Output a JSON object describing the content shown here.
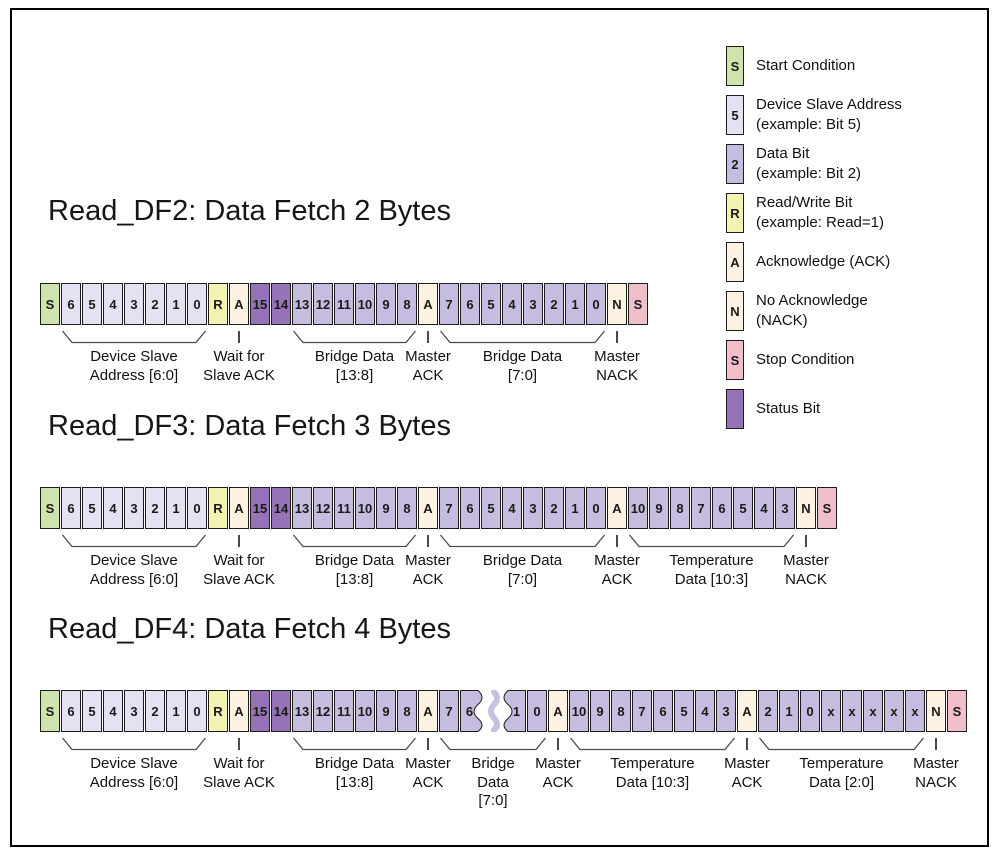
{
  "colors": {
    "start": "#cfe3ae",
    "addr": "#e5e1f2",
    "data": "#c5bcdf",
    "rw": "#f4f3b3",
    "ack": "#fdf2e2",
    "stop": "#f1bfca",
    "status": "#9672b6",
    "border": "#1c1c1c"
  },
  "legend": {
    "items": [
      {
        "glyph": "S",
        "type": "start",
        "lines": [
          "Start Condition"
        ]
      },
      {
        "glyph": "5",
        "type": "addr",
        "lines": [
          "Device Slave Address",
          "(example: Bit 5)"
        ]
      },
      {
        "glyph": "2",
        "type": "data",
        "lines": [
          "Data Bit",
          "(example: Bit 2)"
        ]
      },
      {
        "glyph": "R",
        "type": "rw",
        "lines": [
          "Read/Write Bit",
          "(example: Read=1)"
        ]
      },
      {
        "glyph": "A",
        "type": "ack",
        "lines": [
          "Acknowledge (ACK)"
        ]
      },
      {
        "glyph": "N",
        "type": "ack",
        "lines": [
          "No Acknowledge",
          "(NACK)"
        ]
      },
      {
        "glyph": "S",
        "type": "stop",
        "lines": [
          "Stop Condition"
        ]
      },
      {
        "glyph": "",
        "type": "status",
        "lines": [
          "Status Bit"
        ]
      }
    ]
  },
  "sections": [
    {
      "title": "Read_DF2: Data Fetch 2 Bytes",
      "cells": [
        [
          "S",
          "start"
        ],
        [
          "6",
          "addr"
        ],
        [
          "5",
          "addr"
        ],
        [
          "4",
          "addr"
        ],
        [
          "3",
          "addr"
        ],
        [
          "2",
          "addr"
        ],
        [
          "1",
          "addr"
        ],
        [
          "0",
          "addr"
        ],
        [
          "R",
          "rw"
        ],
        [
          "A",
          "ack"
        ],
        [
          "15",
          "status"
        ],
        [
          "14",
          "status"
        ],
        [
          "13",
          "data"
        ],
        [
          "12",
          "data"
        ],
        [
          "11",
          "data"
        ],
        [
          "10",
          "data"
        ],
        [
          "9",
          "data"
        ],
        [
          "8",
          "data"
        ],
        [
          "A",
          "ack"
        ],
        [
          "7",
          "data"
        ],
        [
          "6",
          "data"
        ],
        [
          "5",
          "data"
        ],
        [
          "4",
          "data"
        ],
        [
          "3",
          "data"
        ],
        [
          "2",
          "data"
        ],
        [
          "1",
          "data"
        ],
        [
          "0",
          "data"
        ],
        [
          "N",
          "ack"
        ],
        [
          "S",
          "stop"
        ]
      ],
      "labels": [
        {
          "kind": "brace",
          "from": 1,
          "to": 7,
          "lines": [
            "Device Slave",
            "Address [6:0]"
          ]
        },
        {
          "kind": "tick",
          "at": 9,
          "lines": [
            "Wait for",
            "Slave ACK"
          ]
        },
        {
          "kind": "brace",
          "from": 12,
          "to": 17,
          "lines": [
            "Bridge Data",
            "[13:8]"
          ]
        },
        {
          "kind": "tick",
          "at": 18,
          "lines": [
            "Master",
            "ACK"
          ]
        },
        {
          "kind": "brace",
          "from": 19,
          "to": 26,
          "lines": [
            "Bridge Data",
            "[7:0]"
          ]
        },
        {
          "kind": "tick",
          "at": 27,
          "lines": [
            "Master",
            "NACK"
          ]
        }
      ]
    },
    {
      "title": "Read_DF3: Data Fetch 3 Bytes",
      "cells": [
        [
          "S",
          "start"
        ],
        [
          "6",
          "addr"
        ],
        [
          "5",
          "addr"
        ],
        [
          "4",
          "addr"
        ],
        [
          "3",
          "addr"
        ],
        [
          "2",
          "addr"
        ],
        [
          "1",
          "addr"
        ],
        [
          "0",
          "addr"
        ],
        [
          "R",
          "rw"
        ],
        [
          "A",
          "ack"
        ],
        [
          "15",
          "status"
        ],
        [
          "14",
          "status"
        ],
        [
          "13",
          "data"
        ],
        [
          "12",
          "data"
        ],
        [
          "11",
          "data"
        ],
        [
          "10",
          "data"
        ],
        [
          "9",
          "data"
        ],
        [
          "8",
          "data"
        ],
        [
          "A",
          "ack"
        ],
        [
          "7",
          "data"
        ],
        [
          "6",
          "data"
        ],
        [
          "5",
          "data"
        ],
        [
          "4",
          "data"
        ],
        [
          "3",
          "data"
        ],
        [
          "2",
          "data"
        ],
        [
          "1",
          "data"
        ],
        [
          "0",
          "data"
        ],
        [
          "A",
          "ack"
        ],
        [
          "10",
          "data"
        ],
        [
          "9",
          "data"
        ],
        [
          "8",
          "data"
        ],
        [
          "7",
          "data"
        ],
        [
          "6",
          "data"
        ],
        [
          "5",
          "data"
        ],
        [
          "4",
          "data"
        ],
        [
          "3",
          "data"
        ],
        [
          "N",
          "ack"
        ],
        [
          "S",
          "stop"
        ]
      ],
      "labels": [
        {
          "kind": "brace",
          "from": 1,
          "to": 7,
          "lines": [
            "Device Slave",
            "Address [6:0]"
          ]
        },
        {
          "kind": "tick",
          "at": 9,
          "lines": [
            "Wait for",
            "Slave ACK"
          ]
        },
        {
          "kind": "brace",
          "from": 12,
          "to": 17,
          "lines": [
            "Bridge Data",
            "[13:8]"
          ]
        },
        {
          "kind": "tick",
          "at": 18,
          "lines": [
            "Master",
            "ACK"
          ]
        },
        {
          "kind": "brace",
          "from": 19,
          "to": 26,
          "lines": [
            "Bridge Data",
            "[7:0]"
          ]
        },
        {
          "kind": "tick",
          "at": 27,
          "lines": [
            "Master",
            "ACK"
          ]
        },
        {
          "kind": "brace",
          "from": 28,
          "to": 35,
          "lines": [
            "Temperature",
            "Data [10:3]"
          ]
        },
        {
          "kind": "tick",
          "at": 36,
          "lines": [
            "Master",
            "NACK"
          ]
        }
      ]
    },
    {
      "title": "Read_DF4: Data Fetch 4 Bytes",
      "cells": [
        [
          "S",
          "start"
        ],
        [
          "6",
          "addr"
        ],
        [
          "5",
          "addr"
        ],
        [
          "4",
          "addr"
        ],
        [
          "3",
          "addr"
        ],
        [
          "2",
          "addr"
        ],
        [
          "1",
          "addr"
        ],
        [
          "0",
          "addr"
        ],
        [
          "R",
          "rw"
        ],
        [
          "A",
          "ack"
        ],
        [
          "15",
          "status"
        ],
        [
          "14",
          "status"
        ],
        [
          "13",
          "data"
        ],
        [
          "12",
          "data"
        ],
        [
          "11",
          "data"
        ],
        [
          "10",
          "data"
        ],
        [
          "9",
          "data"
        ],
        [
          "8",
          "data"
        ],
        [
          "A",
          "ack"
        ],
        [
          "7",
          "data"
        ],
        [
          "6",
          "data",
          "torn-right"
        ],
        [
          "1",
          "data",
          "torn-left"
        ],
        [
          "0",
          "data"
        ],
        [
          "A",
          "ack"
        ],
        [
          "10",
          "data"
        ],
        [
          "9",
          "data"
        ],
        [
          "8",
          "data"
        ],
        [
          "7",
          "data"
        ],
        [
          "6",
          "data"
        ],
        [
          "5",
          "data"
        ],
        [
          "4",
          "data"
        ],
        [
          "3",
          "data"
        ],
        [
          "A",
          "ack"
        ],
        [
          "2",
          "data"
        ],
        [
          "1",
          "data"
        ],
        [
          "0",
          "data"
        ],
        [
          "x",
          "data"
        ],
        [
          "x",
          "data"
        ],
        [
          "x",
          "data"
        ],
        [
          "x",
          "data"
        ],
        [
          "x",
          "data"
        ],
        [
          "N",
          "ack"
        ],
        [
          "S",
          "stop"
        ]
      ],
      "labels": [
        {
          "kind": "brace",
          "from": 1,
          "to": 7,
          "lines": [
            "Device Slave",
            "Address [6:0]"
          ]
        },
        {
          "kind": "tick",
          "at": 9,
          "lines": [
            "Wait for",
            "Slave ACK"
          ]
        },
        {
          "kind": "brace",
          "from": 12,
          "to": 17,
          "lines": [
            "Bridge Data",
            "[13:8]"
          ]
        },
        {
          "kind": "tick",
          "at": 18,
          "lines": [
            "Master",
            "ACK"
          ]
        },
        {
          "kind": "brace",
          "from": 19,
          "to": 22,
          "lines": [
            "Bridge",
            "Data",
            "[7:0]"
          ]
        },
        {
          "kind": "tick",
          "at": 23,
          "lines": [
            "Master",
            "ACK"
          ]
        },
        {
          "kind": "brace",
          "from": 24,
          "to": 31,
          "lines": [
            "Temperature",
            "Data [10:3]"
          ]
        },
        {
          "kind": "tick",
          "at": 32,
          "lines": [
            "Master",
            "ACK"
          ]
        },
        {
          "kind": "brace",
          "from": 33,
          "to": 40,
          "lines": [
            "Temperature",
            "Data [2:0]"
          ]
        },
        {
          "kind": "tick",
          "at": 41,
          "lines": [
            "Master",
            "NACK"
          ]
        }
      ]
    }
  ]
}
